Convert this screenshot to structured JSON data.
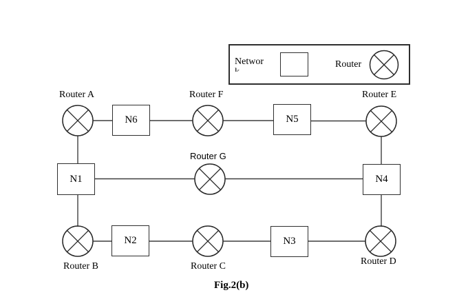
{
  "figure": {
    "caption": "Fig.2(b)"
  },
  "legend": {
    "network_label": "Network",
    "router_label": "Router"
  },
  "nodes": {
    "router_a": "Router A",
    "router_b": "Router B",
    "router_c": "Router C",
    "router_d": "Router D",
    "router_e": "Router E",
    "router_f": "Router F",
    "router_g": "Router G",
    "n1": "N1",
    "n2": "N2",
    "n3": "N3",
    "n4": "N4",
    "n5": "N5",
    "n6": "N6"
  },
  "edges": [
    {
      "from": "Router A",
      "to": "N6"
    },
    {
      "from": "N6",
      "to": "Router F"
    },
    {
      "from": "Router F",
      "to": "N5"
    },
    {
      "from": "N5",
      "to": "Router E"
    },
    {
      "from": "Router A",
      "to": "N1"
    },
    {
      "from": "N1",
      "to": "Router B"
    },
    {
      "from": "N1",
      "to": "Router G"
    },
    {
      "from": "Router G",
      "to": "N4"
    },
    {
      "from": "Router E",
      "to": "N4"
    },
    {
      "from": "N4",
      "to": "Router D"
    },
    {
      "from": "Router B",
      "to": "N2"
    },
    {
      "from": "N2",
      "to": "Router C"
    },
    {
      "from": "Router C",
      "to": "N3"
    },
    {
      "from": "N3",
      "to": "Router D"
    }
  ],
  "colors": {
    "background": "#ffffff",
    "stroke": "#2e2e2e",
    "text": "#000000"
  }
}
